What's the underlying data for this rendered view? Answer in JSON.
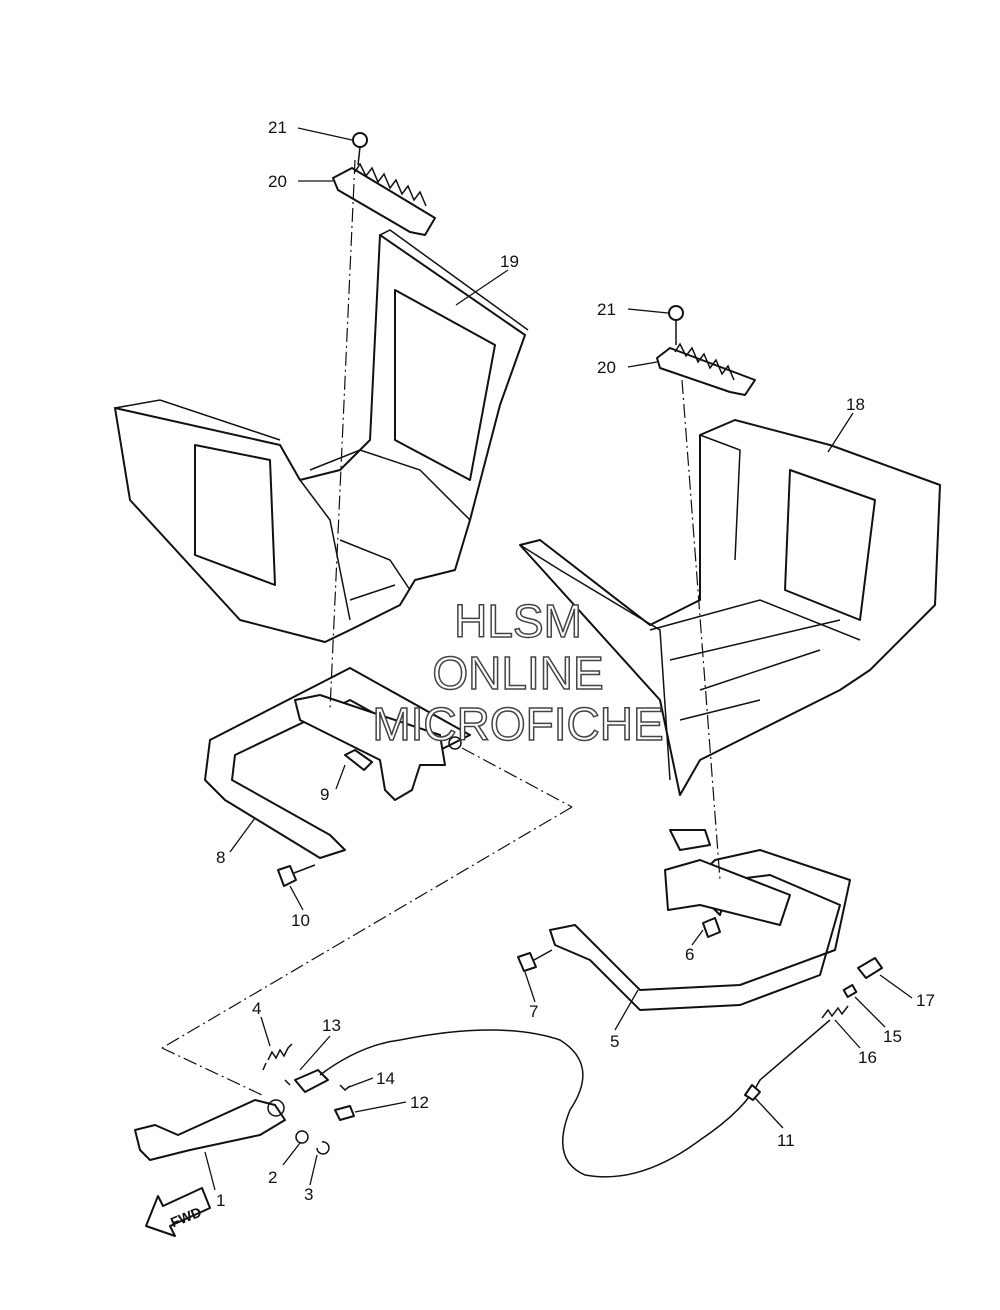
{
  "watermark": {
    "line1": "HLSM",
    "line2": "ONLINE",
    "line3": "MICROFICHE"
  },
  "direction_label": "FWD",
  "callouts": [
    {
      "id": "p21a",
      "label": "21"
    },
    {
      "id": "p20a",
      "label": "20"
    },
    {
      "id": "p19",
      "label": "19"
    },
    {
      "id": "p21b",
      "label": "21"
    },
    {
      "id": "p20b",
      "label": "20"
    },
    {
      "id": "p18",
      "label": "18"
    },
    {
      "id": "p9",
      "label": "9"
    },
    {
      "id": "p8",
      "label": "8"
    },
    {
      "id": "p10",
      "label": "10"
    },
    {
      "id": "p6",
      "label": "6"
    },
    {
      "id": "p7",
      "label": "7"
    },
    {
      "id": "p5",
      "label": "5"
    },
    {
      "id": "p17",
      "label": "17"
    },
    {
      "id": "p15",
      "label": "15"
    },
    {
      "id": "p16",
      "label": "16"
    },
    {
      "id": "p11",
      "label": "11"
    },
    {
      "id": "p4",
      "label": "4"
    },
    {
      "id": "p13",
      "label": "13"
    },
    {
      "id": "p14",
      "label": "14"
    },
    {
      "id": "p12",
      "label": "12"
    },
    {
      "id": "p2",
      "label": "2"
    },
    {
      "id": "p3",
      "label": "3"
    },
    {
      "id": "p1",
      "label": "1"
    }
  ]
}
